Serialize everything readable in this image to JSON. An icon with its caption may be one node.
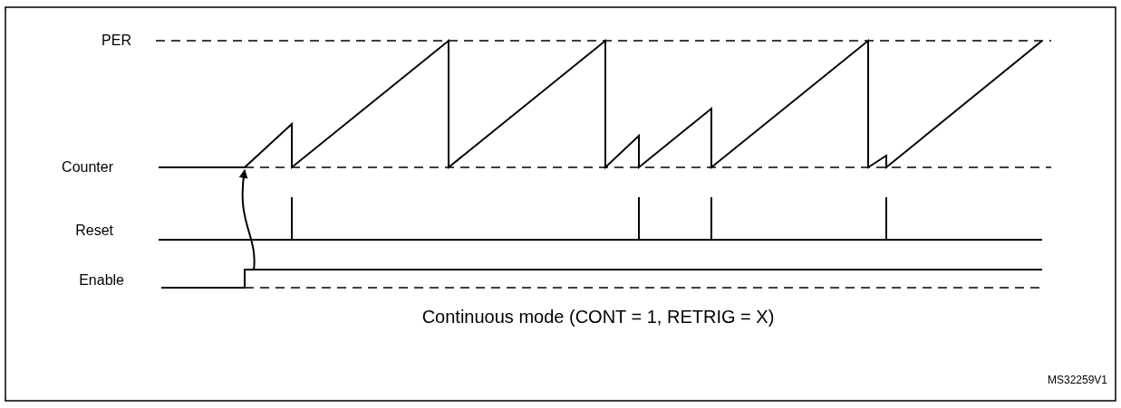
{
  "diagram": {
    "caption": "Continuous mode (CONT = 1, RETRIG = X)",
    "nodes": [
      {
        "text": [],
        "shape": "waveform"
      },
      {
        "text": [],
        "shape": "waveform"
      }
    ],
    "edges": [
      {
        "from": 1,
        "to": 0,
        "arrow": "to"
      }
    ],
    "labels": [
      "PER",
      "Counter",
      "Reset",
      "Enable",
      "MS32259V1"
    ]
  }
}
